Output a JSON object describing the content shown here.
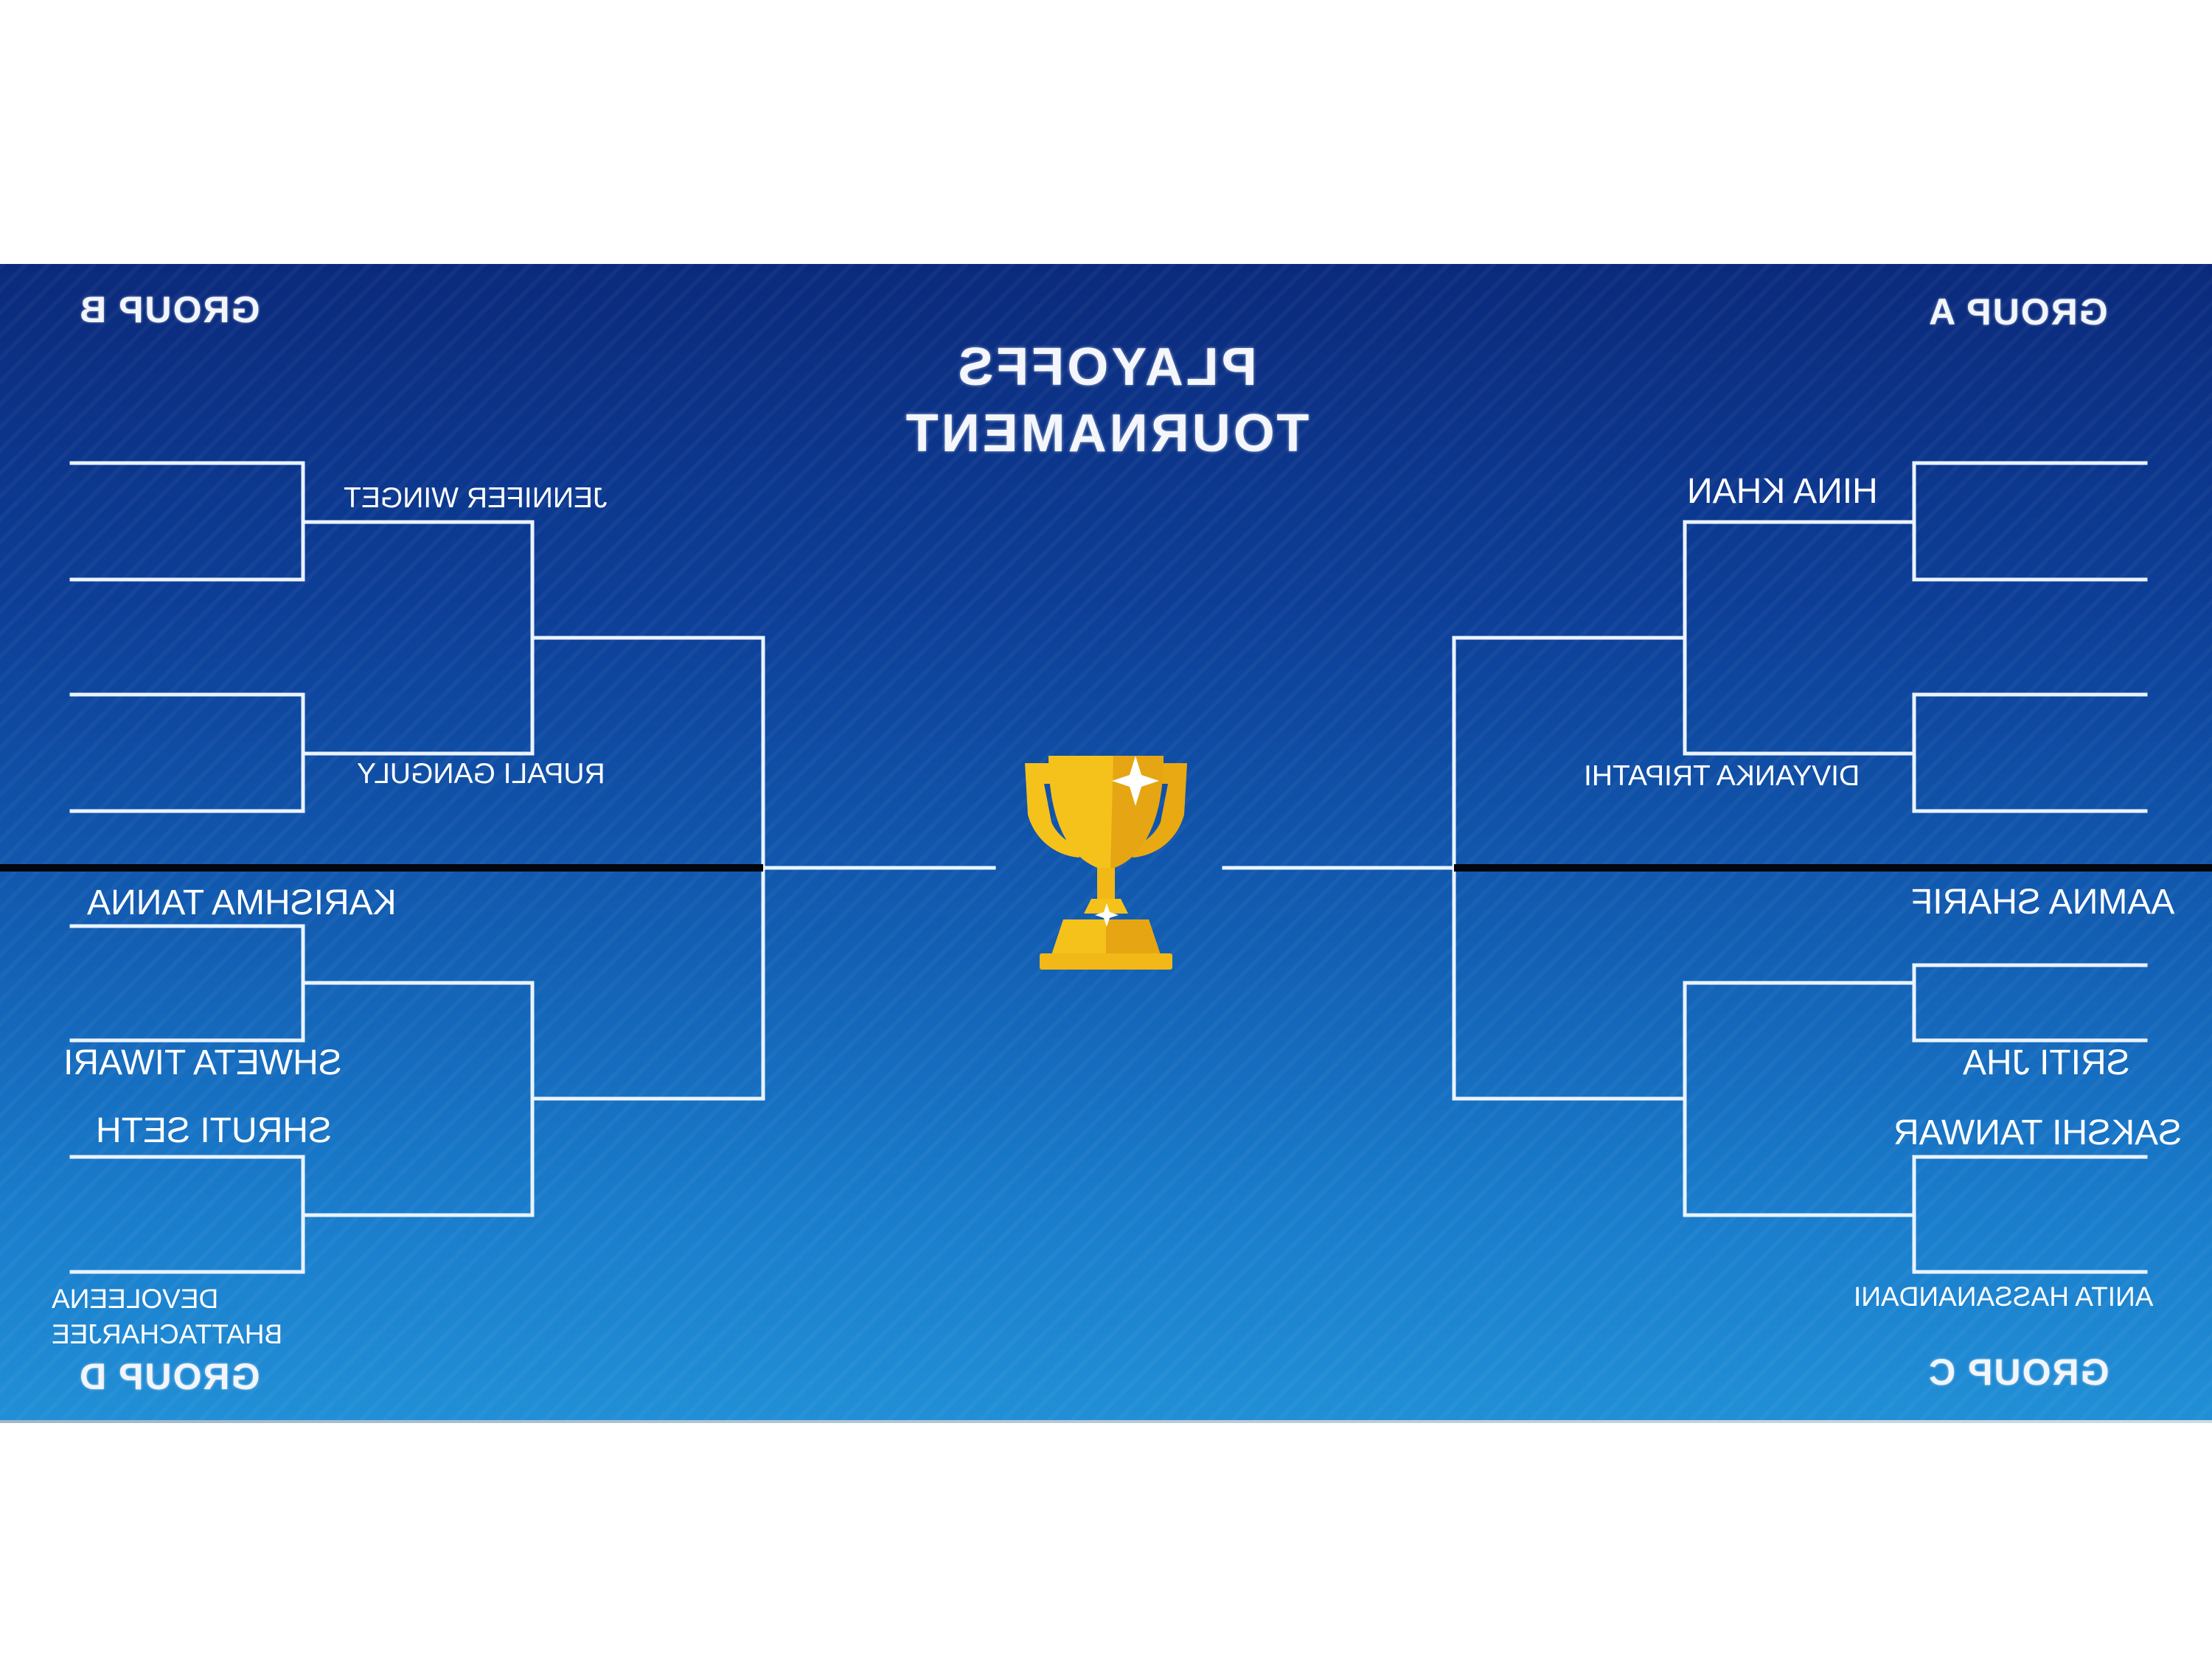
{
  "title": {
    "line1": "PLAYOFFS",
    "line2": "TOURNAMENT"
  },
  "groups": {
    "a": "GROUP A",
    "b": "GROUP B",
    "c": "GROUP C",
    "d": "GROUP D"
  },
  "players": {
    "hina_khan": "HINA KHAN",
    "divyanka_tripathi": "DIVYANKA TRIPATHI",
    "jennifer_winget": "JENNIFER WINGET",
    "rupali_ganguly": "RUPALI GANGULY",
    "karishma_tanna": "KARISHMA TANNA",
    "shweta_tiwari": "SHWETA TIWARI",
    "shruti_seth": "SHRUTI SETH",
    "devoleena_bhattacharjee": "DEVOLEENA BHATTACHARJEE",
    "aamna_sharif": "AAMNA SHARIF",
    "sriti_jha": "SRITI JHA",
    "sakshi_tanwar": "SAKSHI TANWAR",
    "anita_hassanandani": "ANITA HASSANANDANI"
  },
  "icons": {
    "trophy": "trophy-icon"
  },
  "colors": {
    "board_top": "#0b2a7c",
    "board_bottom": "#218fd6",
    "bracket_line": "#eaf3ff",
    "divider": "#04060c",
    "trophy_gold": "#f5c21b"
  },
  "mirrored": true
}
